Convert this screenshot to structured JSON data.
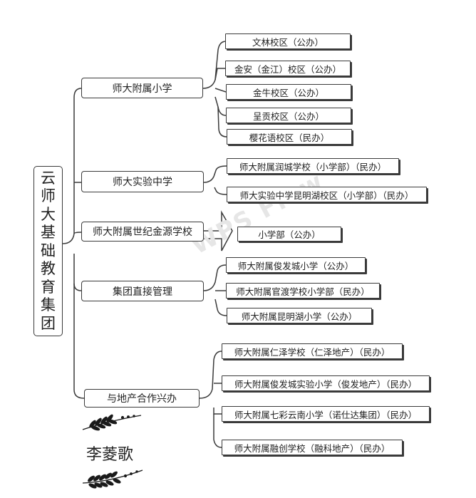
{
  "root": {
    "label": "云师大基础教育集团"
  },
  "branches": [
    {
      "label": "师大附属小学"
    },
    {
      "label": "师大实验中学"
    },
    {
      "label": "师大附属世纪金源学校"
    },
    {
      "label": "集团直接管理"
    },
    {
      "label": "与地产合作兴办"
    }
  ],
  "leaves": [
    "文林校区（公办）",
    "金安（金江）校区（公办）",
    "金牛校区（公办）",
    "呈贡校区（公办）",
    "樱花语校区（民办）",
    "师大附属润城学校（小学部）（民办）",
    "师大实验中学昆明湖校区（小学部）（民办）",
    "小学部（公办）",
    "师大附属俊发城小学（公办）",
    "师大附属官渡学校小学部（民办）",
    "师大附属昆明湖小学（公办）",
    "师大附属仁泽学校（仁泽地产）（民办）",
    "师大附属俊发城实验小学（俊发地产）（民办）",
    "师大附属七彩云南小学（诺仕达集团）（民办）",
    "师大附属融创学校（融科地产）（民办）"
  ],
  "watermark": "WPS Flow",
  "signature": "李菱歌",
  "colors": {
    "line": "#3a3a3a",
    "border": "#3a3a3a",
    "background": "#ffffff",
    "watermark": "#e6e6e6"
  }
}
